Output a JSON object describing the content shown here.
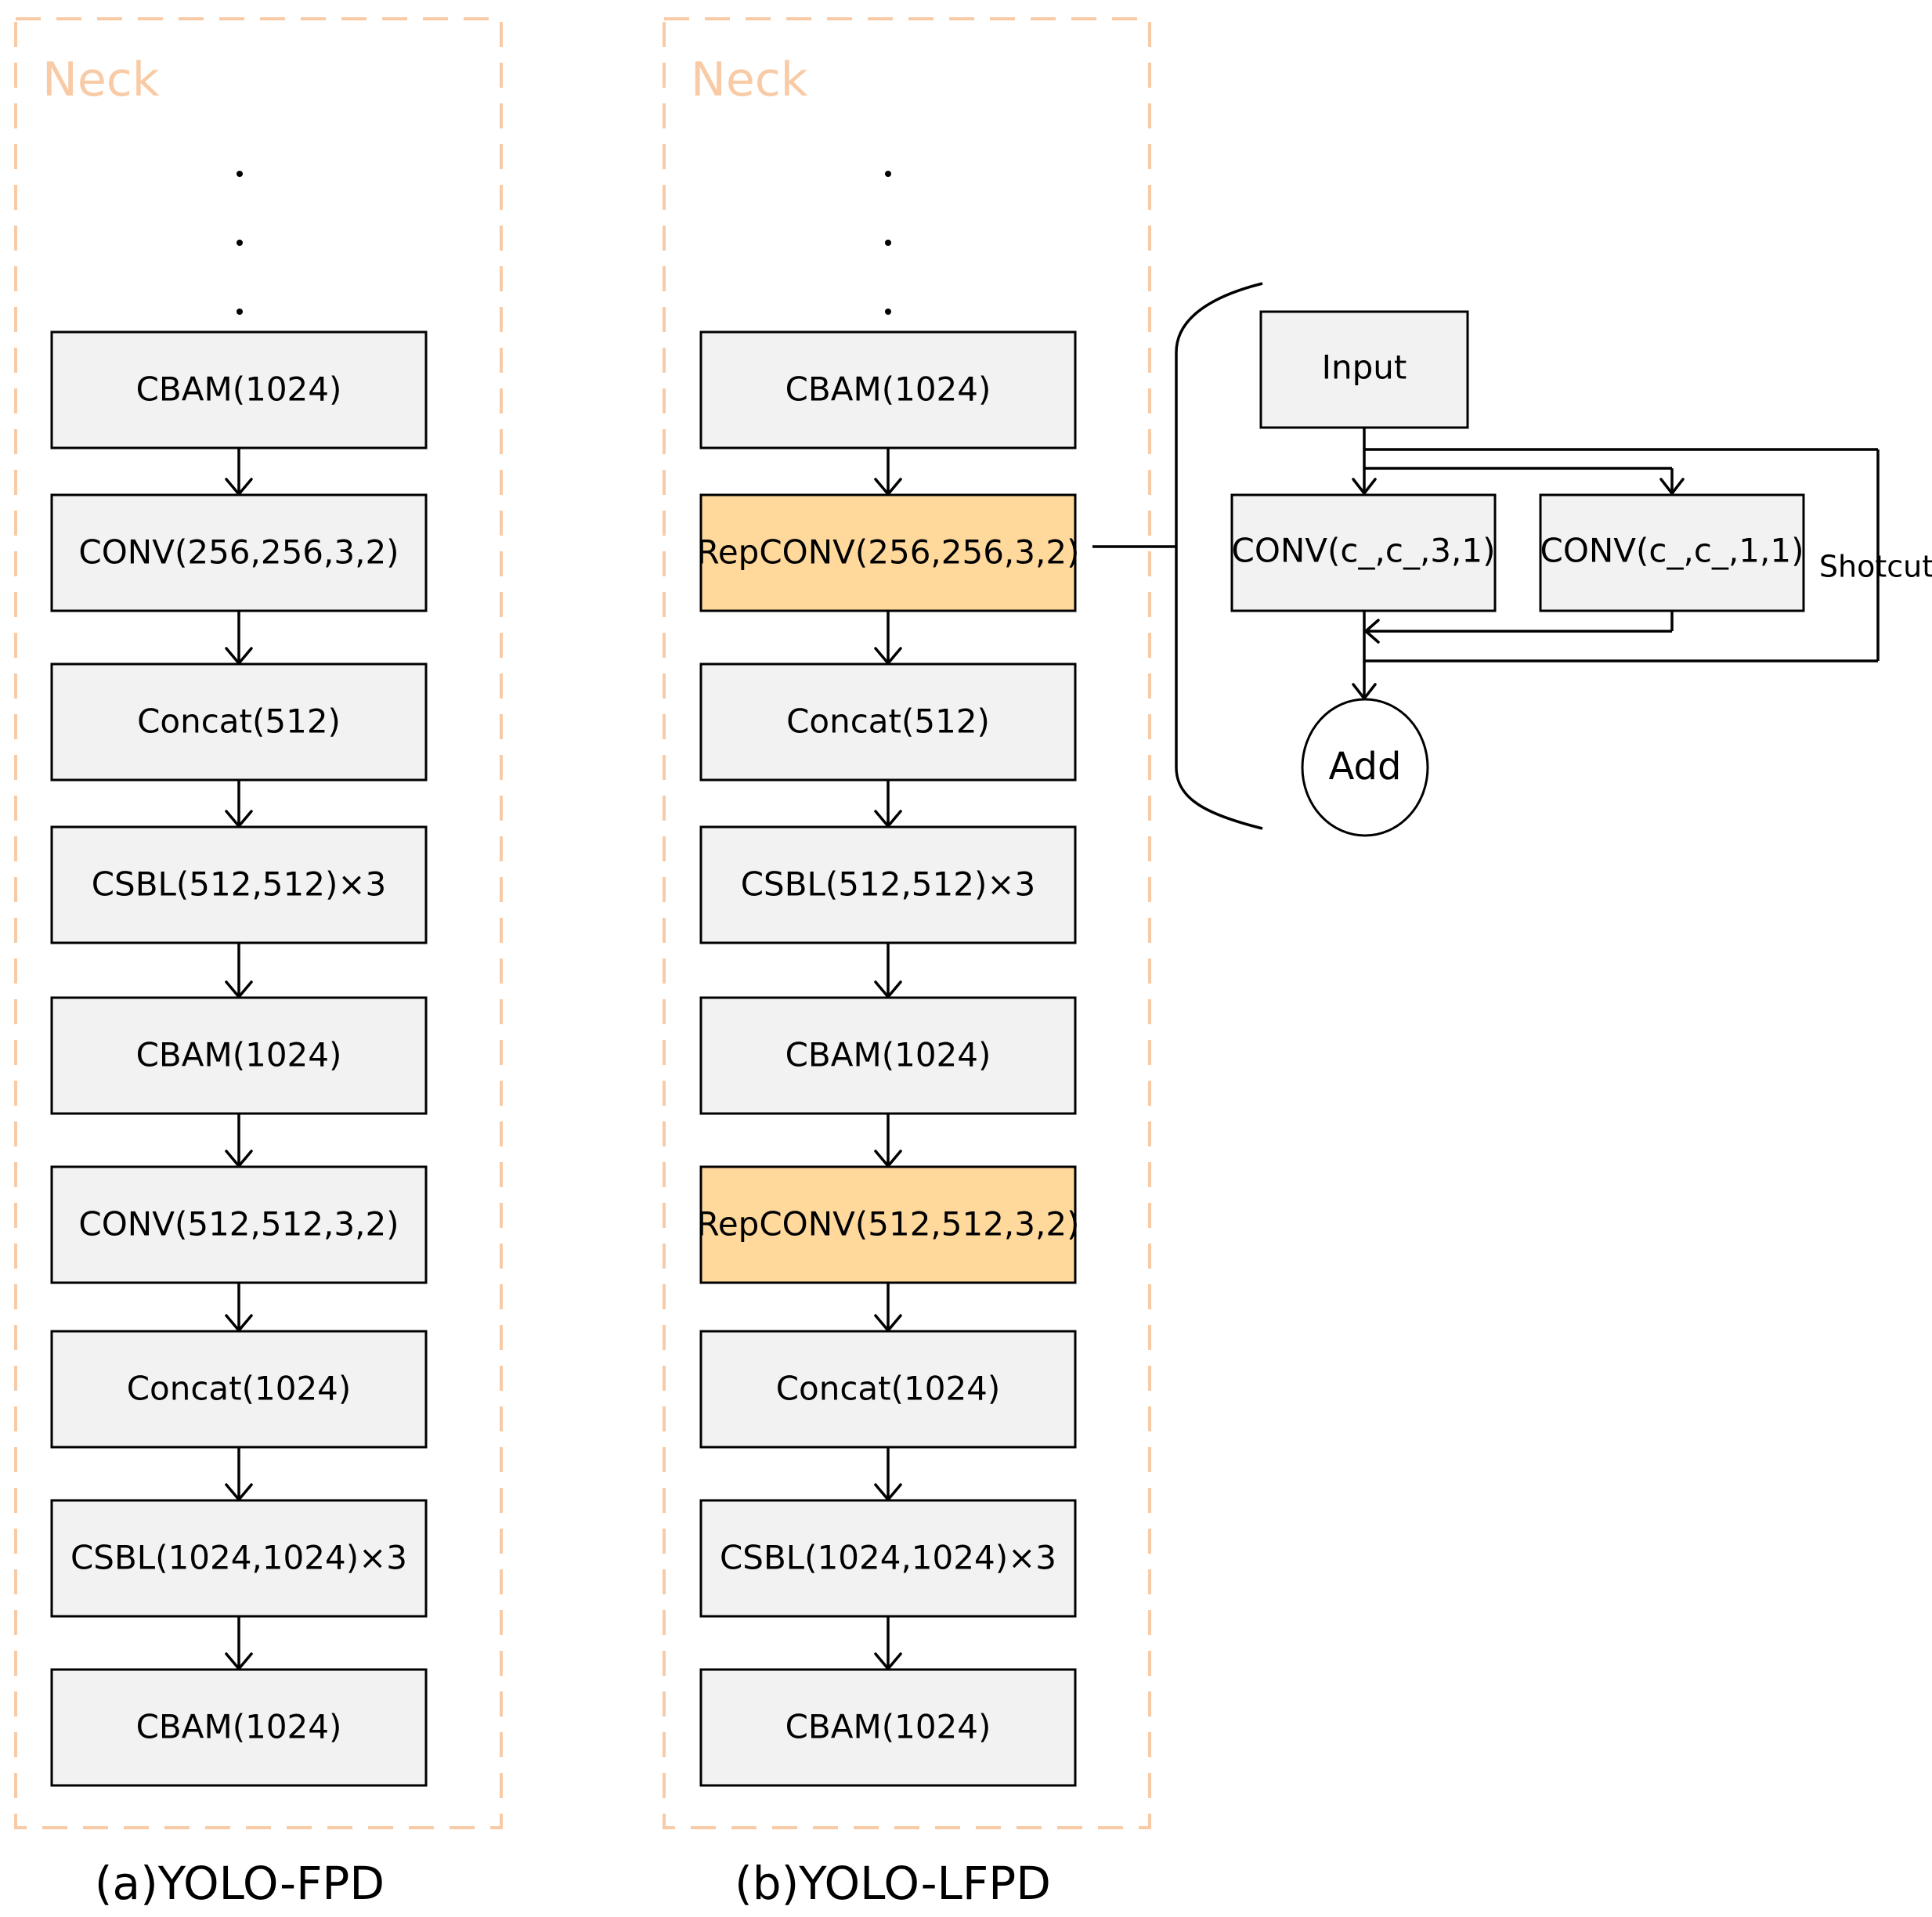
{
  "colors": {
    "block_fill": "#f2f2f2",
    "highlight_fill": "#ffd89c",
    "neck_border": "#f8cba6",
    "line": "#000000"
  },
  "panel_a": {
    "neck_label": "Neck",
    "caption": "(a)YOLO-FPD",
    "blocks": [
      {
        "label": "CBAM(1024)",
        "highlight": false
      },
      {
        "label": "CONV(256,256,3,2)",
        "highlight": false
      },
      {
        "label": "Concat(512)",
        "highlight": false
      },
      {
        "label": "CSBL(512,512)×3",
        "highlight": false
      },
      {
        "label": "CBAM(1024)",
        "highlight": false
      },
      {
        "label": "CONV(512,512,3,2)",
        "highlight": false
      },
      {
        "label": "Concat(1024)",
        "highlight": false
      },
      {
        "label": "CSBL(1024,1024)×3",
        "highlight": false
      },
      {
        "label": "CBAM(1024)",
        "highlight": false
      }
    ]
  },
  "panel_b": {
    "neck_label": "Neck",
    "caption": "(b)YOLO-LFPD",
    "blocks": [
      {
        "label": "CBAM(1024)",
        "highlight": false
      },
      {
        "label": "RepCONV(256,256,3,2)",
        "highlight": true
      },
      {
        "label": "Concat(512)",
        "highlight": false
      },
      {
        "label": "CSBL(512,512)×3",
        "highlight": false
      },
      {
        "label": "CBAM(1024)",
        "highlight": false
      },
      {
        "label": "RepCONV(512,512,3,2)",
        "highlight": true
      },
      {
        "label": "Concat(1024)",
        "highlight": false
      },
      {
        "label": "CSBL(1024,1024)×3",
        "highlight": false
      },
      {
        "label": "CBAM(1024)",
        "highlight": false
      }
    ]
  },
  "repconv_detail": {
    "input": "Input",
    "conv3": "CONV(c_,c_,3,1)",
    "conv1": "CONV(c_,c_,1,1)",
    "shortcut": "Shotcut",
    "add": "Add"
  }
}
